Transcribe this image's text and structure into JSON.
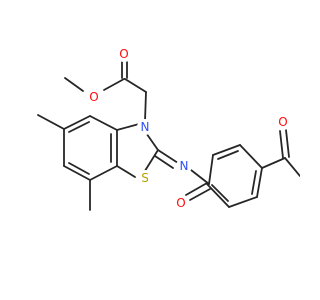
{
  "colors": {
    "bond": "#262626",
    "oxygen": "#ff0d0d",
    "nitrogen": "#3050f8",
    "sulfur": "#b8a000",
    "background": "#ffffff"
  },
  "atoms": {
    "o_carbonyl_top": "O",
    "o_ester": "O",
    "n_ring": "N",
    "n_imine": "N",
    "s_ring": "S",
    "o_amide": "O",
    "o_acetyl": "O"
  }
}
